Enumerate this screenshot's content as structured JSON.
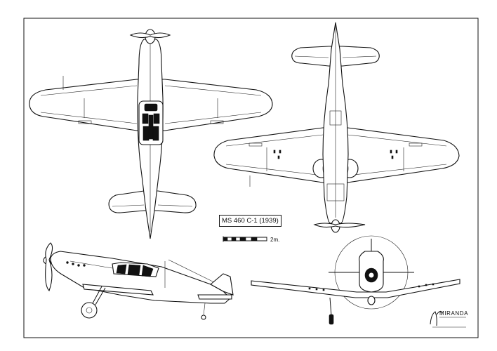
{
  "aircraft_designation": "MS 460 C-1 (1939)",
  "scale_bar": {
    "label": "2m."
  },
  "signature": "MIRANDA",
  "views": [
    "top-view",
    "bottom-view",
    "side-view",
    "front-view"
  ]
}
